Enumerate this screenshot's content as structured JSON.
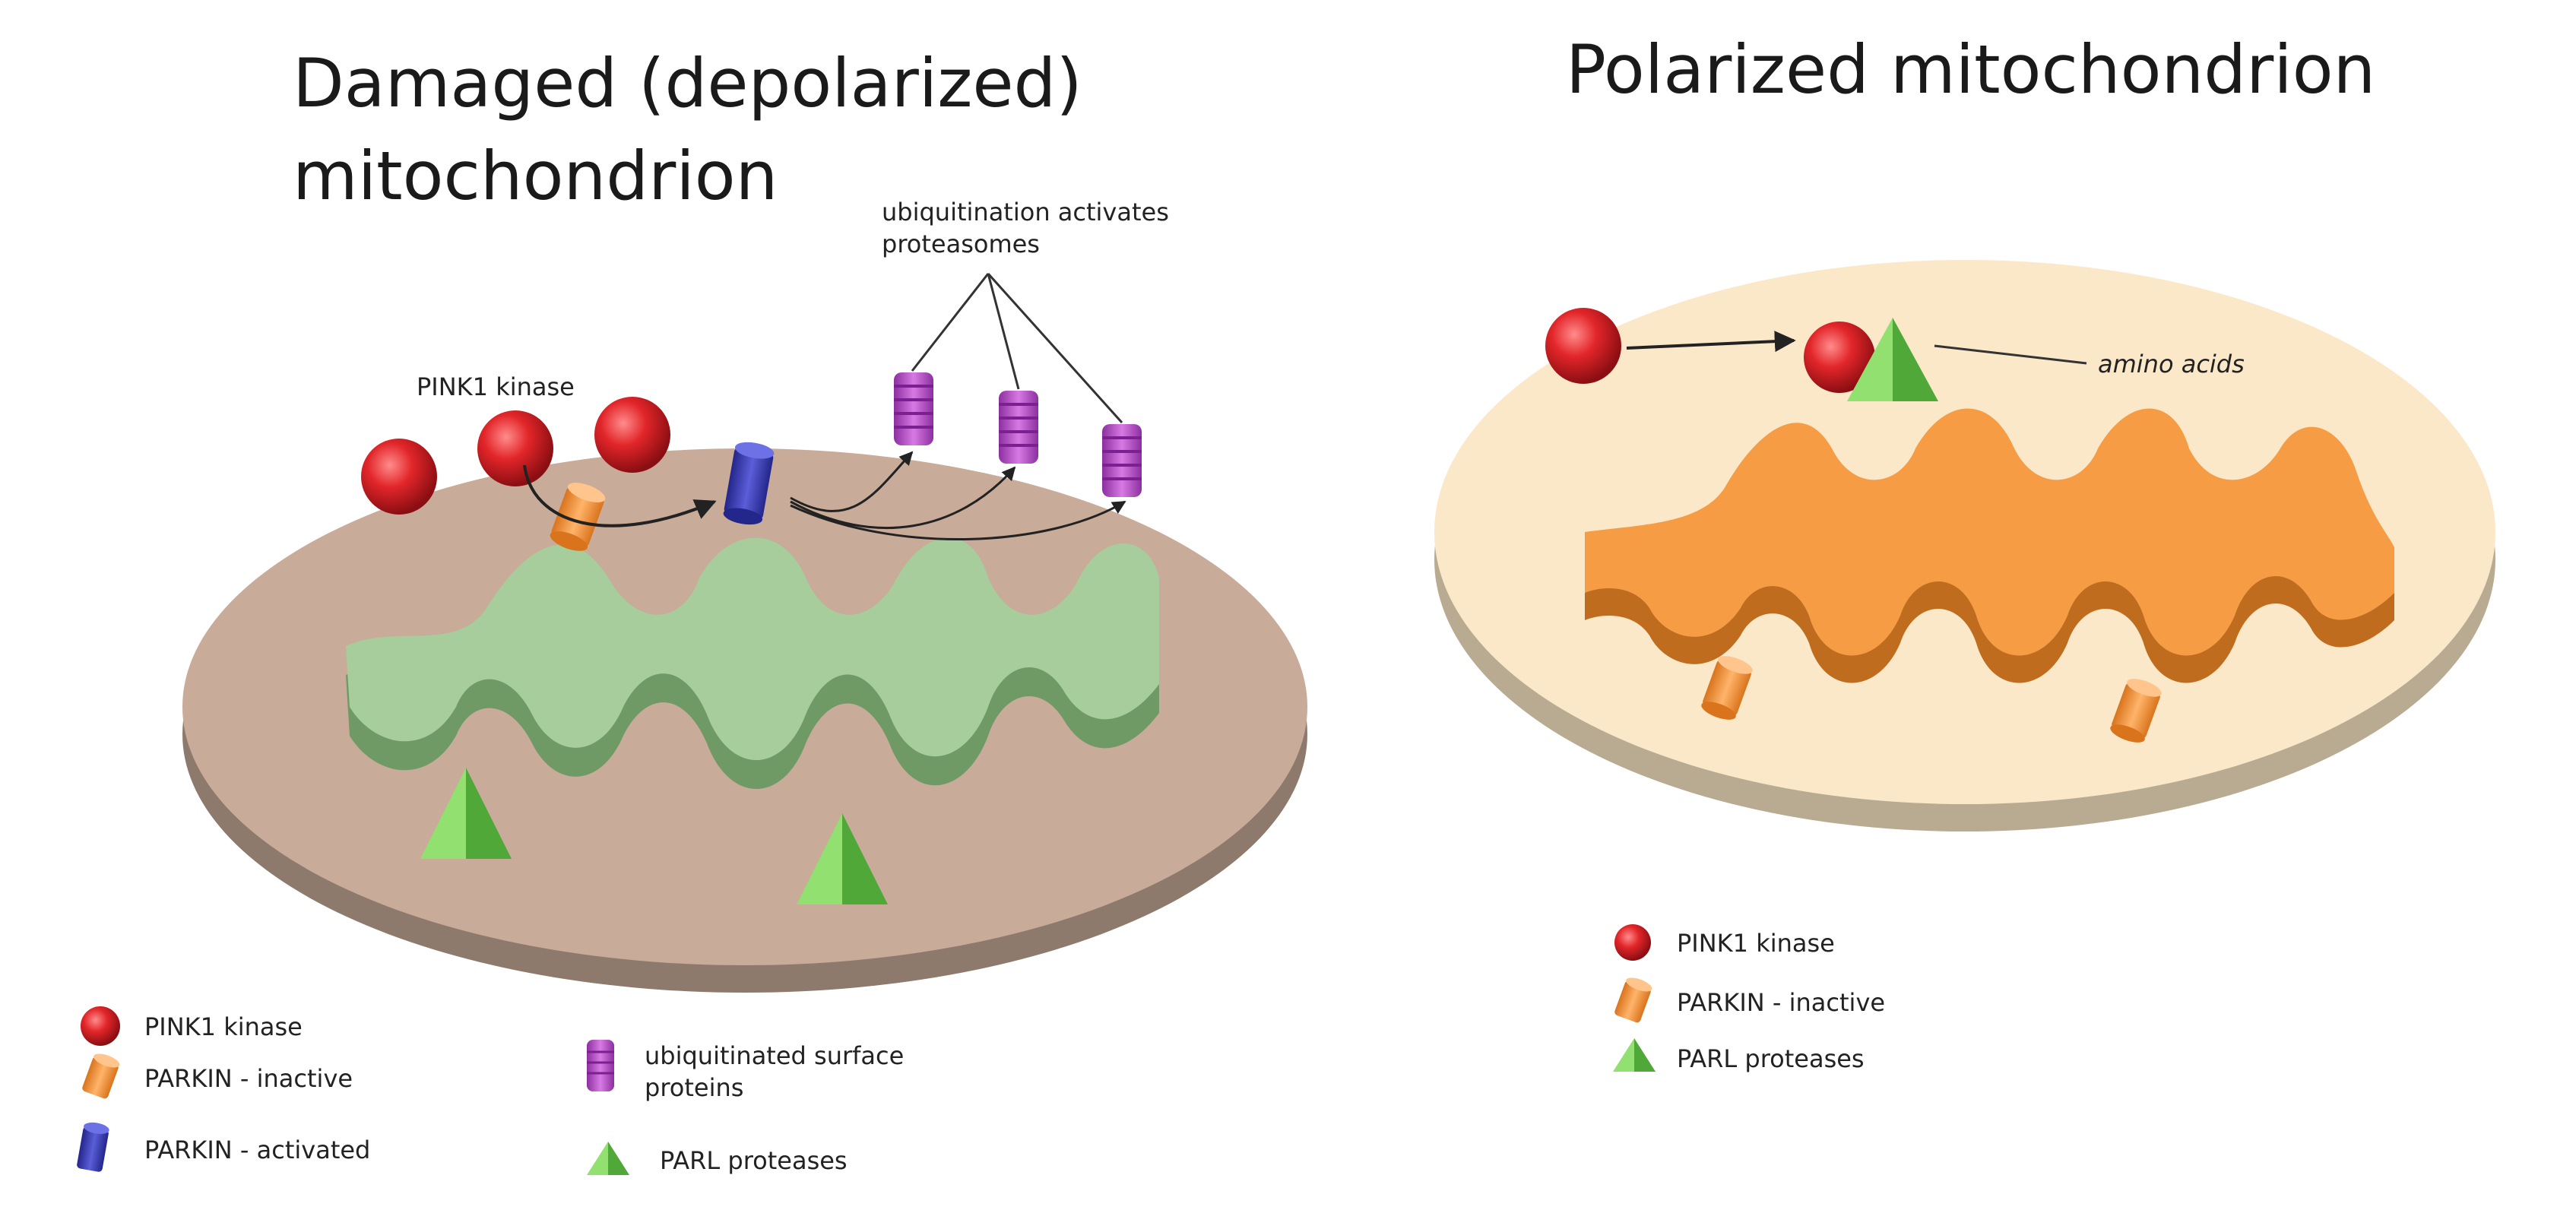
{
  "left_panel": {
    "title_line1": "Damaged (depolarized)",
    "title_line2": "mitochondrion",
    "pink1_label": "PINK1 kinase",
    "ubiquitination_label_line1": "ubiquitination activates",
    "ubiquitination_label_line2": "proteasomes",
    "legend": {
      "pink1": "PINK1 kinase",
      "parkin_inactive": "PARKIN - inactive",
      "parkin_activated": "PARKIN - activated",
      "ubiquitinated_line1": "ubiquitinated surface",
      "ubiquitinated_line2": "proteins",
      "parl": "PARL proteases"
    }
  },
  "right_panel": {
    "title": "Polarized mitochondrion",
    "amino_acids_label": "amino acids",
    "legend": {
      "pink1": "PINK1 kinase",
      "parkin_inactive": "PARKIN - inactive",
      "parl": "PARL proteases"
    }
  },
  "colors": {
    "damaged_disc": "#c8ab98",
    "damaged_disc_edge": "#8e7a6c",
    "damaged_cristae": "#a6cd9b",
    "polarized_disc": "#fbe8c8",
    "polarized_disc_edge": "#b9ab92",
    "polarized_cristae": "#f59c45",
    "pink1": "#e2262a",
    "parkin_inactive": "#f6993a",
    "parkin_active": "#3b3fb7",
    "ubiquitinated": "#b948c8",
    "parl": "#69c94a"
  }
}
